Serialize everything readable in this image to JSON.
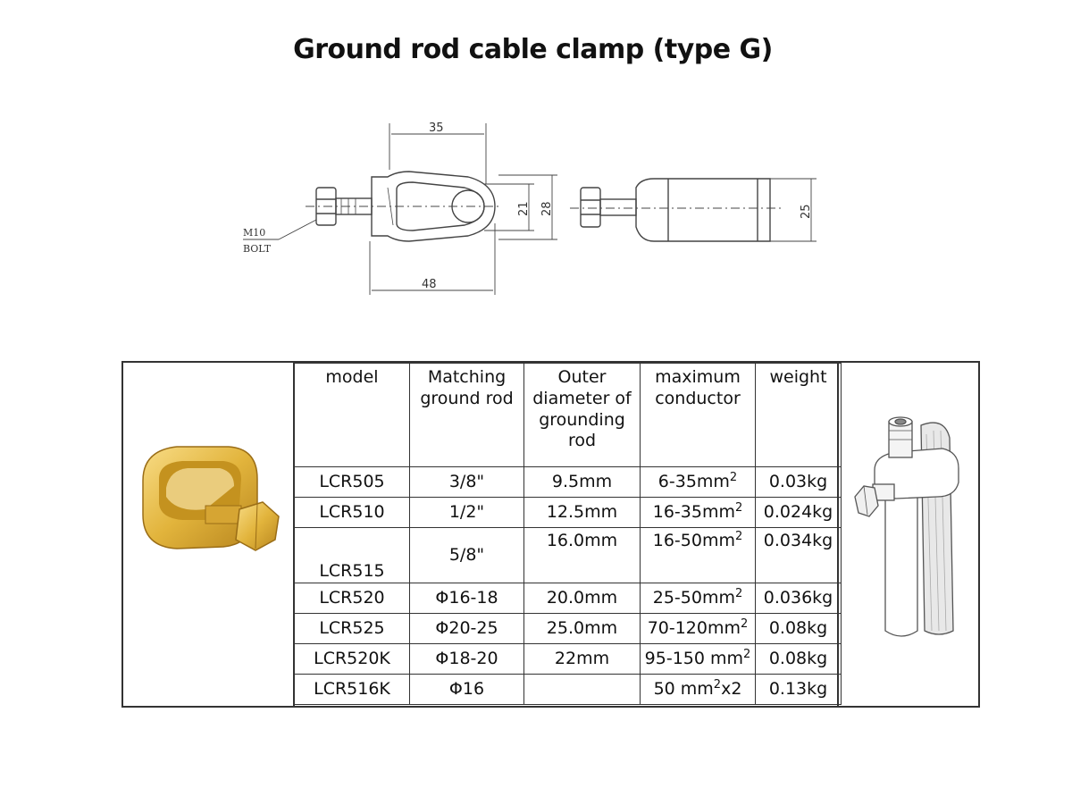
{
  "title": "Ground rod cable clamp (type G)",
  "drawing": {
    "dim_top": "35",
    "dim_bottom": "48",
    "dim_inner": "21",
    "dim_outer": "28",
    "dim_side": "25",
    "bolt_label_1": "M10",
    "bolt_label_2": "BOLT"
  },
  "table": {
    "headers": [
      "model",
      "Matching ground rod",
      "Outer diameter of grounding rod",
      "maximum conductor",
      "weight"
    ],
    "rows": [
      {
        "model": "LCR505",
        "rod": "3/8\"",
        "diameter": "9.5mm",
        "conductor": "6-35mm",
        "conductor_sup": "2",
        "conductor_suffix": "",
        "weight": "0.03kg"
      },
      {
        "model": "LCR510",
        "rod": "1/2\"",
        "diameter": "12.5mm",
        "conductor": "16-35mm",
        "conductor_sup": "2",
        "conductor_suffix": "",
        "weight": "0.024kg"
      },
      {
        "model": "LCR515",
        "rod": "5/8\"",
        "diameter": "16.0mm",
        "conductor": "16-50mm",
        "conductor_sup": "2",
        "conductor_suffix": "",
        "weight": "0.034kg"
      },
      {
        "model": "LCR520",
        "rod": "Φ16-18",
        "diameter": "20.0mm",
        "conductor": "25-50mm",
        "conductor_sup": "2",
        "conductor_suffix": "",
        "weight": "0.036kg"
      },
      {
        "model": "LCR525",
        "rod": "Φ20-25",
        "diameter": "25.0mm",
        "conductor": "70-120mm",
        "conductor_sup": "2",
        "conductor_suffix": "",
        "weight": "0.08kg"
      },
      {
        "model": "LCR520K",
        "rod": "Φ18-20",
        "diameter": "22mm",
        "conductor": "95-150 mm",
        "conductor_sup": "2",
        "conductor_suffix": "",
        "weight": "0.08kg"
      },
      {
        "model": "LCR516K",
        "rod": "Φ16",
        "diameter": "",
        "conductor": "50 mm",
        "conductor_sup": "2",
        "conductor_suffix": "x2",
        "weight": "0.13kg"
      }
    ]
  },
  "colors": {
    "brass_light": "#f6d57a",
    "brass_mid": "#e2b43c",
    "brass_dark": "#a87a1c",
    "line": "#333333"
  }
}
